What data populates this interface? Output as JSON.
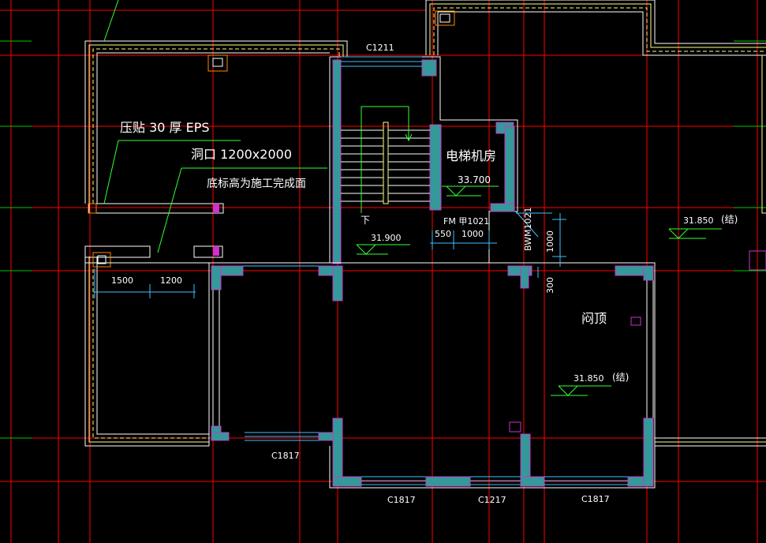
{
  "colors": {
    "background": "#000000",
    "axis_red": "#ff0000",
    "axis_green": "#00c800",
    "wall_white": "#ffffff",
    "wall_yellow": "#ffff80",
    "column_magenta": "#cc33cc",
    "wall_teal": "#339999",
    "window_cyan": "#40c0ff",
    "leader_green": "#33ff33"
  },
  "notes": {
    "eps": "压贴 30  厚 EPS",
    "opening": "洞口 1200x2000",
    "opening_note": "底标高为施工完成面"
  },
  "rooms": {
    "elevator_room": "电梯机房",
    "roof_hatch": "闷顶"
  },
  "stair": {
    "down": "下"
  },
  "elevations": {
    "elevator_room": "33.700",
    "stair_landing": "31.900",
    "roof_right": "31.850",
    "roof_right_suffix": "(结)",
    "roof_center": "31.850",
    "roof_center_suffix": "(结)"
  },
  "doors": {
    "fm": "FM 甲1021",
    "bwm": "BWM1021"
  },
  "windows": {
    "c1211": "C1211",
    "c1817_left": "C1817",
    "c1817_mid": "C1817",
    "c1217": "C1217",
    "c1817_right": "C1817"
  },
  "dimensions": {
    "d1500": "1500",
    "d1200": "1200",
    "d550": "550",
    "d1000": "1000",
    "d1000_vertical": "1000",
    "d300": "300"
  }
}
